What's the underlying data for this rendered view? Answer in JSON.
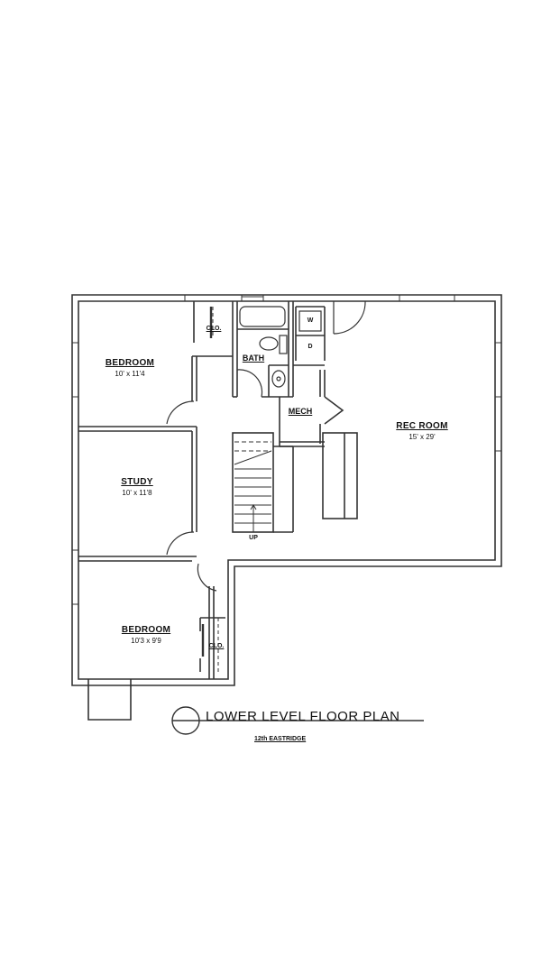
{
  "plan": {
    "title": "LOWER LEVEL FLOOR PLAN",
    "subtitle": "12th EASTRIDGE",
    "rooms": [
      {
        "name": "BEDROOM",
        "dimensions": "10' x 11'4"
      },
      {
        "name": "STUDY",
        "dimensions": "10' x 11'8"
      },
      {
        "name": "BEDROOM",
        "dimensions": "10'3 x 9'9"
      },
      {
        "name": "REC ROOM",
        "dimensions": "15' x 29'"
      },
      {
        "name": "BATH",
        "dimensions": ""
      },
      {
        "name": "MECH",
        "dimensions": ""
      }
    ],
    "labels": {
      "closet_upper": "CLO.",
      "closet_lower": "CLO.",
      "washer": "W",
      "dryer": "D",
      "stairs": "UP"
    },
    "colors": {
      "line": "#333333",
      "background": "#ffffff"
    }
  }
}
